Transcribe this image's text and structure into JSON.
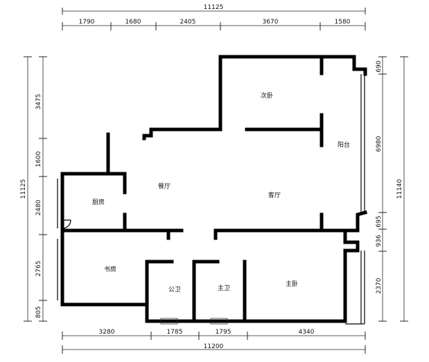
{
  "dimensions": {
    "top_total": "11125",
    "top_segments": [
      "1790",
      "1680",
      "2405",
      "3670",
      "1580"
    ],
    "bottom_segments": [
      "3280",
      "1785",
      "1795",
      "4340"
    ],
    "bottom_total": "11200",
    "left_total": "11125",
    "left_segments": [
      "3475",
      "1600",
      "2480",
      "2765",
      "805"
    ],
    "right_total": "11140",
    "right_segments": [
      "690",
      "6980",
      "695",
      "936",
      "2370"
    ]
  },
  "rooms": {
    "second_bedroom": "次卧",
    "balcony": "阳台",
    "dining": "餐厅",
    "living": "客厅",
    "kitchen": "厨房",
    "study": "书房",
    "public_bath": "公卫",
    "master_bath": "主卫",
    "master_bedroom": "主卧"
  }
}
